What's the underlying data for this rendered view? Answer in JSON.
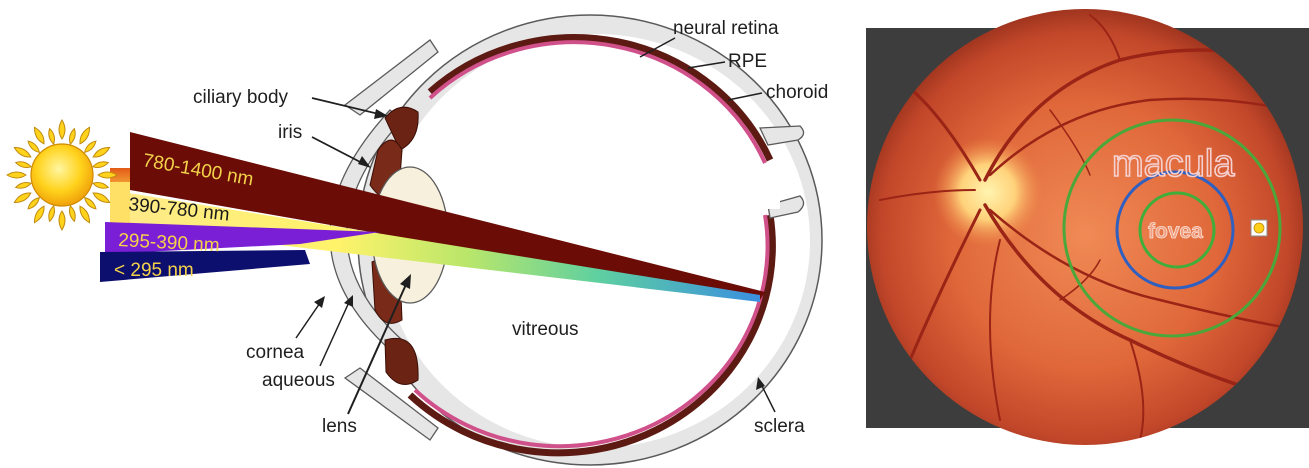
{
  "eye_labels": {
    "neural_retina": "neural retina",
    "rpe": "RPE",
    "choroid": "choroid",
    "ciliary_body": "ciliary body",
    "iris": "iris",
    "cornea": "cornea",
    "aqueous": "aqueous",
    "lens": "lens",
    "vitreous": "vitreous",
    "sclera": "sclera"
  },
  "light_bands": [
    {
      "label": "780-1400 nm",
      "color": "#6b0c06",
      "text_color": "#f3d24a"
    },
    {
      "label": "390-780 nm",
      "color": "#ffe066",
      "text_color": "#1a1a1a"
    },
    {
      "label": "295-390 nm",
      "color": "#7a1fd6",
      "text_color": "#f3d24a"
    },
    {
      "label": "< 295 nm",
      "color": "#0d0f6e",
      "text_color": "#f3d24a"
    }
  ],
  "fundus": {
    "macula_label": "macula",
    "fovea_label": "fovea",
    "macula_ring_color": "#4aa83a",
    "outer_ring_color": "#2f5fc0",
    "inner_ring_color": "#3fae3a"
  },
  "icons": {
    "sun": "sun-icon",
    "mini_sun": "sun-icon"
  }
}
